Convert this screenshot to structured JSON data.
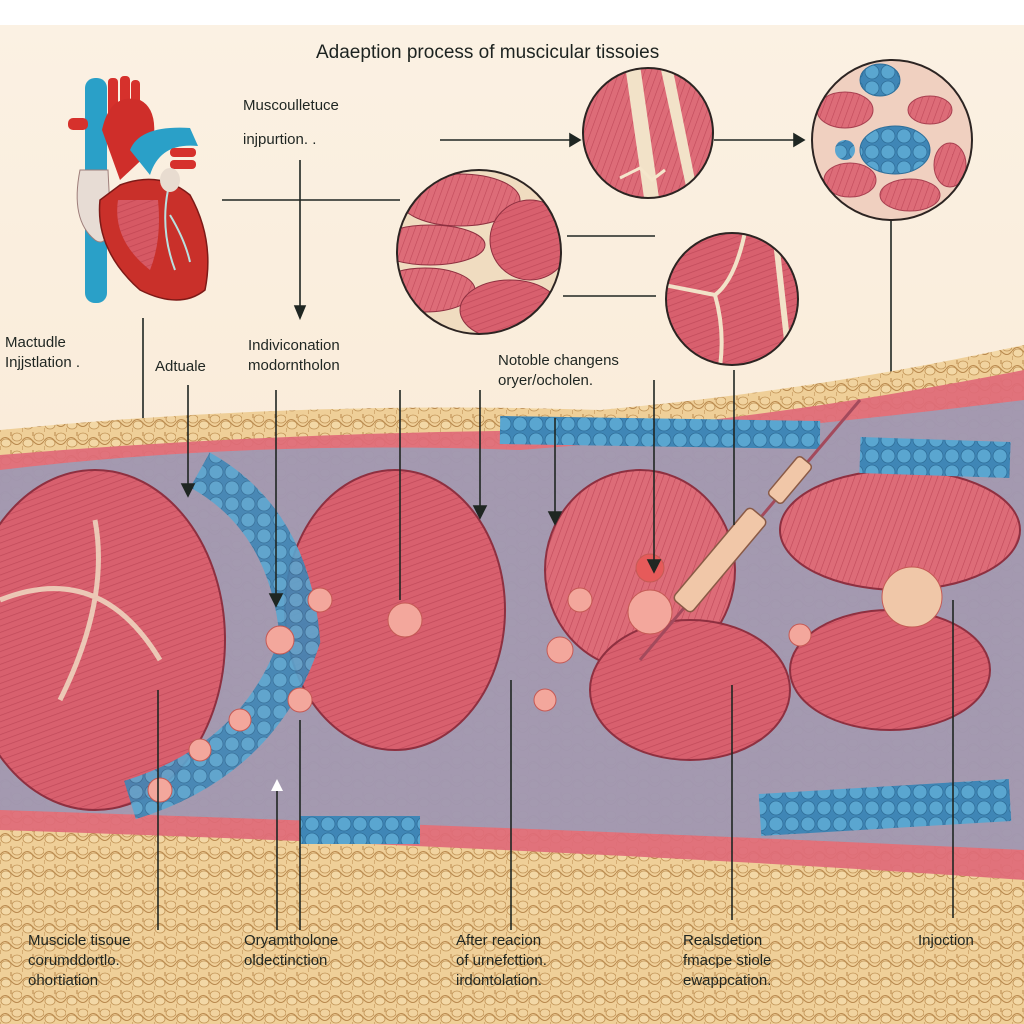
{
  "title": "Adaeption process of muscicular tissoies",
  "colors": {
    "muscle": "#d8606e",
    "muscle_dark": "#b8414f",
    "fat_cell": "#4e98c4",
    "fat_cell_light": "#6cb4d8",
    "connective": "#f0dcc0",
    "adipose": "#e8c48e",
    "nodule": "#f3b7a0",
    "artery_red": "#d6312c",
    "vein_blue": "#2aa0c8",
    "line": "#1f2622",
    "background": "#fbf0e1"
  },
  "labels": {
    "top_injection": [
      "Muscoulletuce",
      "injpurtion. ."
    ],
    "left_injection": [
      "Mactudle",
      "Injjstlation ."
    ],
    "adtuale": [
      "Adtuale"
    ],
    "individuation": [
      "Indiviconation",
      "modorntholon"
    ],
    "notable_changes": [
      "Notoble changens",
      "oryer/ocholen."
    ],
    "bottom_muscle_tissue": [
      "Muscicle tisoue",
      "corumddortlo.",
      "ohortiation"
    ],
    "bottom_oxyanthol": [
      "Oryamtholone",
      "oldectinction"
    ],
    "bottom_after_reaction": [
      "After reacion",
      "of urnefcttion.",
      "irdontolation."
    ],
    "bottom_realsdetion": [
      "Realsdetion",
      "fmacpe stiole",
      "ewappcation."
    ],
    "bottom_injection": [
      "Injoction"
    ]
  },
  "figures": {
    "heart": "anatomical-heart",
    "magnified_views": [
      "torn-muscle-fibers",
      "fat-infiltrated-muscle",
      "muscle-fascicles",
      "healed-muscle-junction"
    ],
    "cross_section": "muscle-tissue-cross-section-with-syringe"
  }
}
